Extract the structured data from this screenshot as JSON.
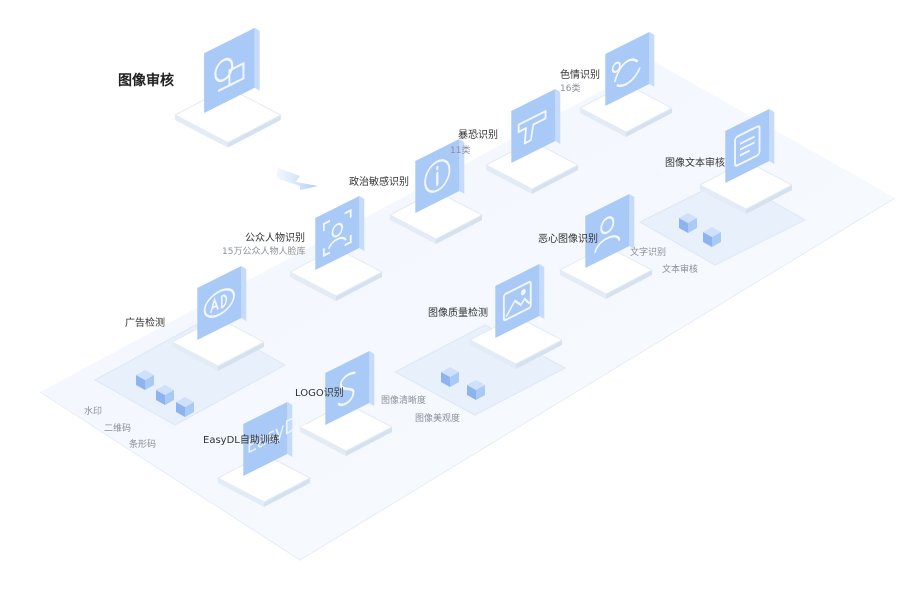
{
  "title": "图像审核",
  "modules": {
    "porn": {
      "label": "色情识别",
      "sub": "16类",
      "icon": "hand-icon"
    },
    "terror": {
      "label": "暴恐识别",
      "sub": "11类",
      "icon": "gun-icon"
    },
    "text_audit": {
      "label": "图像文本审核",
      "items": [
        "文字识别",
        "文本审核"
      ],
      "icon": "document-icon"
    },
    "politics": {
      "label": "政治敏感识别",
      "icon": "info-icon"
    },
    "disgust": {
      "label": "恶心图像识别",
      "icon": "person-icon"
    },
    "public_figure": {
      "label": "公众人物识别",
      "sub": "15万公众人物人脸库",
      "icon": "face-scan-icon"
    },
    "quality": {
      "label": "图像质量检测",
      "items": [
        "图像清晰度",
        "图像美观度"
      ],
      "icon": "image-icon"
    },
    "ad": {
      "label": "广告检测",
      "items": [
        "水印",
        "二维码",
        "条形码"
      ],
      "icon": "ad-icon"
    },
    "logo": {
      "label": "LOGO识别",
      "icon": "logo-s-icon"
    },
    "easydl": {
      "label": "EasyDL自助训练",
      "screen_text": "EasyDL",
      "icon": "easydl-icon"
    }
  },
  "colors": {
    "screen": "#a9c9f6",
    "screen_dark": "#8fb4ea",
    "screen_side": "#c6dbf9",
    "icon_stroke": "#f3f8ff",
    "base_top": "#ffffff",
    "base_side": "#e3ebf6",
    "platform": "#eef4fc",
    "cube": "#9fc2f4",
    "text": "#333333",
    "sub_text": "#8a8f99"
  }
}
